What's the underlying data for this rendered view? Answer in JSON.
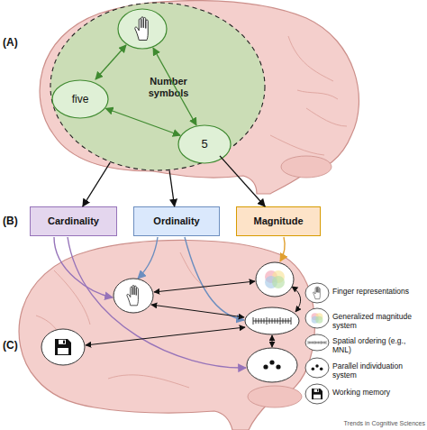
{
  "diagram": {
    "nodes": [
      {
        "text": [
          "Number symbols"
        ]
      },
      {
        "text": [
          "five"
        ],
        "in": 0
      },
      {
        "text": [
          "5"
        ],
        "in": 0
      },
      {
        "text": [
          "Cardinality"
        ]
      },
      {
        "text": [
          "Ordinality"
        ]
      },
      {
        "text": [
          "Magnitude"
        ]
      }
    ],
    "edges": [
      {
        "from": 0,
        "to": 3,
        "arrow": "to"
      },
      {
        "from": 0,
        "to": 4,
        "arrow": "to"
      },
      {
        "from": 0,
        "to": 5,
        "arrow": "to"
      },
      {
        "from": 1,
        "to": 2,
        "arrow": "both"
      }
    ],
    "labels": [
      "(A)",
      "(B)",
      "(C)",
      "Trends in Cognitive Sciences"
    ],
    "legend": [
      {
        "text": "Finger representations"
      },
      {
        "text": "Generalized magnitude system"
      },
      {
        "text": "Spatial ordering (e.g., MNL)"
      },
      {
        "text": "Parallel individuation system"
      },
      {
        "text": "Working memory"
      }
    ]
  }
}
